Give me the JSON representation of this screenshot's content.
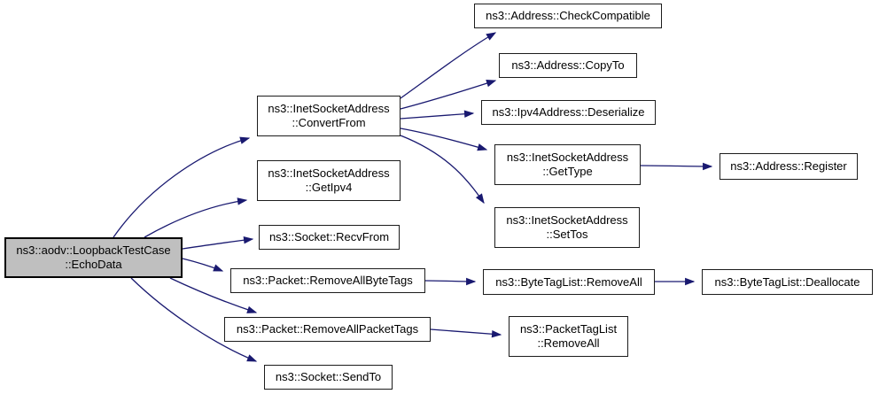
{
  "diagram": {
    "type": "doxygen-call-graph",
    "colors": {
      "edge": "#191970",
      "node_fill": "#ffffff",
      "root_fill": "#bfbfbf",
      "border": "#1c1c1c",
      "background": "#ffffff"
    }
  },
  "nodes": {
    "echodata": {
      "label": "ns3::aodv::LoopbackTestCase\n::EchoData"
    },
    "convertfrom": {
      "label": "ns3::InetSocketAddress\n::ConvertFrom"
    },
    "getipv4": {
      "label": "ns3::InetSocketAddress\n::GetIpv4"
    },
    "recvfrom": {
      "label": "ns3::Socket::RecvFrom"
    },
    "removeallbytetags": {
      "label": "ns3::Packet::RemoveAllByteTags"
    },
    "removeallpackettags": {
      "label": "ns3::Packet::RemoveAllPacketTags"
    },
    "sendto": {
      "label": "ns3::Socket::SendTo"
    },
    "checkcompatible": {
      "label": "ns3::Address::CheckCompatible"
    },
    "copyto": {
      "label": "ns3::Address::CopyTo"
    },
    "deserialize": {
      "label": "ns3::Ipv4Address::Deserialize"
    },
    "gettype": {
      "label": "ns3::InetSocketAddress\n::GetType"
    },
    "settos": {
      "label": "ns3::InetSocketAddress\n::SetTos"
    },
    "register": {
      "label": "ns3::Address::Register"
    },
    "bytetaglist_removeall": {
      "label": "ns3::ByteTagList::RemoveAll"
    },
    "deallocate": {
      "label": "ns3::ByteTagList::Deallocate"
    },
    "packettaglist_removeall": {
      "label": "ns3::PacketTagList\n::RemoveAll"
    }
  },
  "edges": [
    {
      "from": "echodata",
      "to": "convertfrom"
    },
    {
      "from": "echodata",
      "to": "getipv4"
    },
    {
      "from": "echodata",
      "to": "recvfrom"
    },
    {
      "from": "echodata",
      "to": "removeallbytetags"
    },
    {
      "from": "echodata",
      "to": "removeallpackettags"
    },
    {
      "from": "echodata",
      "to": "sendto"
    },
    {
      "from": "convertfrom",
      "to": "checkcompatible"
    },
    {
      "from": "convertfrom",
      "to": "copyto"
    },
    {
      "from": "convertfrom",
      "to": "deserialize"
    },
    {
      "from": "convertfrom",
      "to": "gettype"
    },
    {
      "from": "convertfrom",
      "to": "settos"
    },
    {
      "from": "gettype",
      "to": "register"
    },
    {
      "from": "removeallbytetags",
      "to": "bytetaglist_removeall"
    },
    {
      "from": "bytetaglist_removeall",
      "to": "deallocate"
    },
    {
      "from": "removeallpackettags",
      "to": "packettaglist_removeall"
    }
  ]
}
